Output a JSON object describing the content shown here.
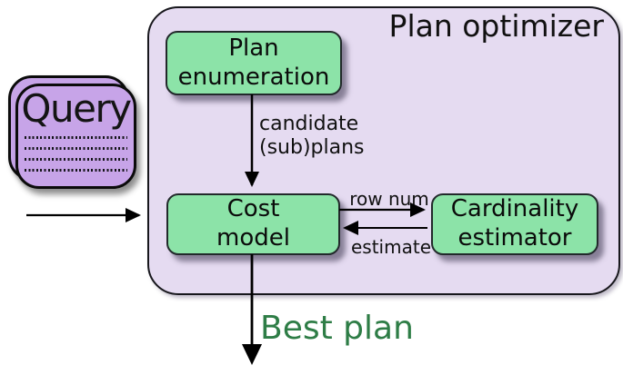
{
  "diagram": {
    "title": "Plan optimizer",
    "query": {
      "label": "Query"
    },
    "nodes": {
      "plan_enumeration": {
        "line1": "Plan",
        "line2": "enumeration"
      },
      "cost_model": {
        "line1": "Cost",
        "line2": "model"
      },
      "cardinality_estimator": {
        "line1": "Cardinality",
        "line2": "estimator"
      }
    },
    "edge_labels": {
      "candidate": {
        "line1": "candidate",
        "line2": "(sub)plans"
      },
      "row_num": "row num",
      "estimate": "estimate"
    },
    "output_label": "Best plan",
    "colors": {
      "container_fill": "#e5dbf1",
      "node_fill": "#8ce3a8",
      "query_fill": "#c7a4e8",
      "arrow_color": "#000000",
      "text_color": "#111111",
      "best_plan_color": "#2e7d46"
    }
  }
}
